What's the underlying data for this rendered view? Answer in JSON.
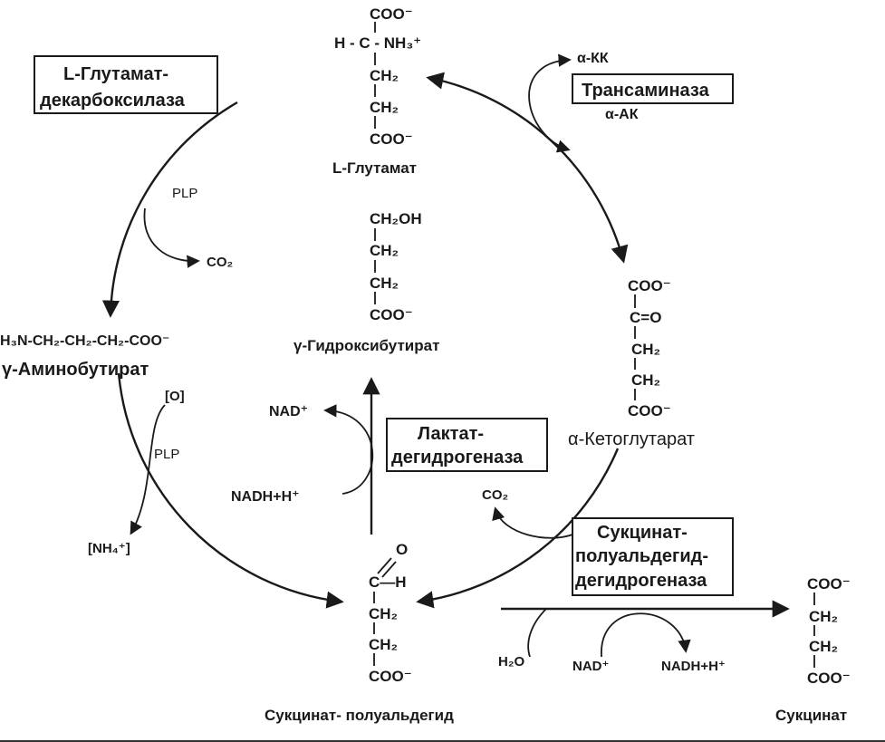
{
  "glutamate": {
    "line1": "COO⁻",
    "line2": "H - C - NH₃⁺",
    "line3": "CH₂",
    "line4": "CH₂",
    "line5": "COO⁻",
    "name": "L-Глутамат"
  },
  "enzymes": {
    "decarboxylase_1": "L-Глутамат-",
    "decarboxylase_2": "декарбоксилаза",
    "transaminase": "Трансаминаза",
    "ldh_1": "Лактат-",
    "ldh_2": "дегидрогеназа",
    "ssadh_1": "Сукцинат-",
    "ssadh_2": "полуальдегид-",
    "ssadh_3": "дегидрогеназа"
  },
  "transamination": {
    "keto_acid": "α-КК",
    "amino_acid": "α-АК"
  },
  "decarboxylation": {
    "cofactor": "PLP",
    "co2": "CO₂"
  },
  "gaba": {
    "formula": "H₃N-CH₂-CH₂-CH₂-COO⁻",
    "name": "γ-Аминобутират"
  },
  "gaba_step": {
    "oxidant": "[O]",
    "cofactor": "PLP",
    "ammonium": "[NH₄⁺]"
  },
  "ghb": {
    "line1": "CH₂OH",
    "line2": "CH₂",
    "line3": "CH₂",
    "line4": "COO⁻",
    "name": "γ-Гидроксибутират"
  },
  "ldh_step": {
    "nad": "NAD⁺",
    "nadh": "NADH+H⁺"
  },
  "ketoglutarate": {
    "line1": "COO⁻",
    "line2": "C=O",
    "line3": "CH₂",
    "line4": "CH₂",
    "line5": "COO⁻",
    "name": "α-Кетоглутарат",
    "co2": "CO₂"
  },
  "ssa": {
    "oxygen": "O",
    "line1": "C—H",
    "line2": "CH₂",
    "line3": "CH₂",
    "line4": "COO⁻",
    "name": "Сукцинат- полуальдегид"
  },
  "ssadh_step": {
    "water": "H₂O",
    "nad": "NAD⁺",
    "nadh": "NADH+H⁺"
  },
  "succinate": {
    "line1": "COO⁻",
    "line2": "CH₂",
    "line3": "CH₂",
    "line4": "COO⁻",
    "name": "Сукцинат"
  }
}
